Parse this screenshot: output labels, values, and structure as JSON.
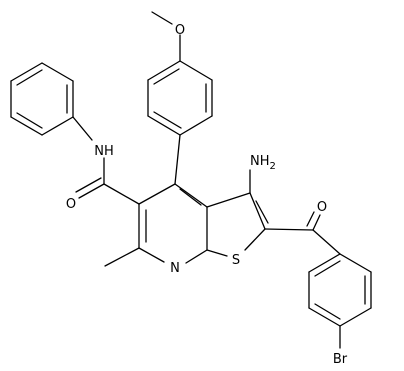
{
  "molecule": {
    "atom_labels": {
      "methoxy_oxygen": "O",
      "amide_nh": "NH",
      "carbonyl_oxygen_amide": "O",
      "amino_group": "NH",
      "amino_subscript": "2",
      "carbonyl_oxygen_ketone": "O",
      "pyridine_nitrogen": "N",
      "thiophene_sulfur": "S",
      "bromine": "Br"
    }
  }
}
